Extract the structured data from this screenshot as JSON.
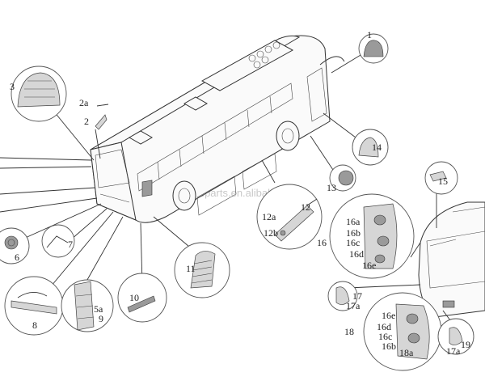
{
  "watermark": "hjbusparts.en.alibaba.com",
  "callouts": {
    "c1": "1",
    "c2": "2",
    "c2a": "2a",
    "c3": "3",
    "c5a": "5a",
    "c6": "6",
    "c7": "7",
    "c8": "8",
    "c9": "9",
    "c10": "10",
    "c11": "11",
    "c12": "12",
    "c12a": "12a",
    "c12b": "12b",
    "c13": "13",
    "c14": "14",
    "c15": "15",
    "c16": "16",
    "c16a": "16a",
    "c16b": "16b",
    "c16c": "16c",
    "c16d": "16d",
    "c16e": "16e",
    "c17": "17",
    "c17a": "17a",
    "c18": "18",
    "c18a": "18a",
    "c18_16e": "16e",
    "c18_16d": "16d",
    "c18_16c": "16c",
    "c18_16b": "16b",
    "c19": "19",
    "c17a2": "17a"
  }
}
